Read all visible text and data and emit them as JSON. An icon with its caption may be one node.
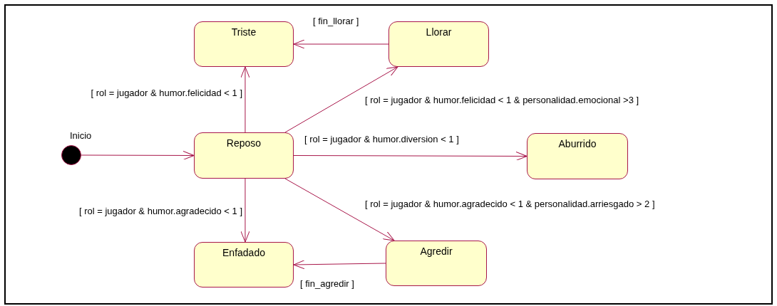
{
  "diagram": {
    "nodes": [
      {
        "text": [
          "Triste"
        ]
      },
      {
        "text": [
          "Llorar"
        ]
      },
      {
        "text": [],
        "shape": "circle",
        "beside": [
          "Inicio"
        ]
      },
      {
        "text": [
          "Reposo"
        ]
      },
      {
        "text": [
          "Aburrido"
        ]
      },
      {
        "text": [
          "Enfadado"
        ]
      },
      {
        "text": [
          "Agredir"
        ]
      }
    ],
    "edges": [
      {
        "from": 1,
        "to": 0,
        "arrow": "to",
        "label": "[ fin_llorar ]"
      },
      {
        "from": 3,
        "to": 0,
        "arrow": "to",
        "label": "[ rol = jugador & humor.felicidad < 1 ]"
      },
      {
        "from": 3,
        "to": 1,
        "arrow": "to",
        "label": "[ rol = jugador & humor.felicidad < 1 & personalidad.emocional >3 ]"
      },
      {
        "from": 2,
        "to": 3,
        "arrow": "to"
      },
      {
        "from": 3,
        "to": 4,
        "arrow": "to",
        "label": "[ rol = jugador & humor.diversion < 1 ]"
      },
      {
        "from": 3,
        "to": 5,
        "arrow": "to",
        "label": "[ rol = jugador & humor.agradecido < 1 ]"
      },
      {
        "from": 3,
        "to": 6,
        "arrow": "to",
        "label": "[ rol = jugador & humor.agradecido < 1 & personalidad.arriesgado > 2 ]"
      },
      {
        "from": 6,
        "to": 5,
        "arrow": "to",
        "label": "[ fin_agredir ]"
      }
    ]
  }
}
